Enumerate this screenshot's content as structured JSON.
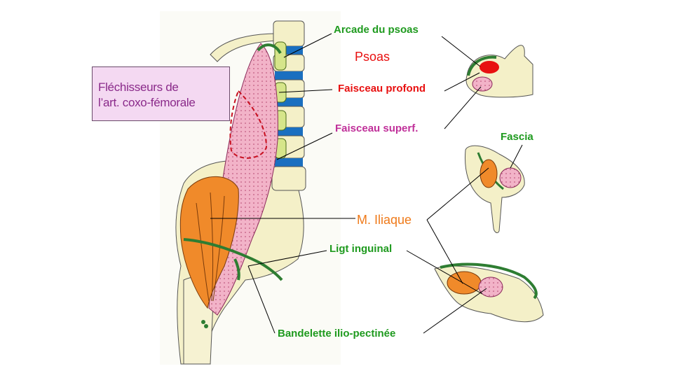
{
  "title": {
    "line1": "Fléchisseurs  de",
    "line2": "l’art. coxo-fémorale"
  },
  "labels": {
    "arcade_psoas": "Arcade du psoas",
    "psoas": "Psoas",
    "faisceau_profond": "Faisceau profond",
    "faisceau_superf": "Faisceau superf.",
    "fascia": "Fascia",
    "m_iliaque": "M. Iliaque",
    "ligt_inguinal": "Ligt inguinal",
    "bandelette": "Bandelette ilio-pectinée"
  },
  "colors": {
    "green_label": "#1e9a1e",
    "red_label": "#e81010",
    "magenta_label": "#c0309a",
    "orange_label": "#ef7a1a",
    "muscle_pink": "#f2b3c8",
    "muscle_orange": "#f08a2a",
    "bone": "#f4f0c8",
    "vertebra_disc": "#1a6fc0",
    "fascia_green": "#2e7d32"
  }
}
